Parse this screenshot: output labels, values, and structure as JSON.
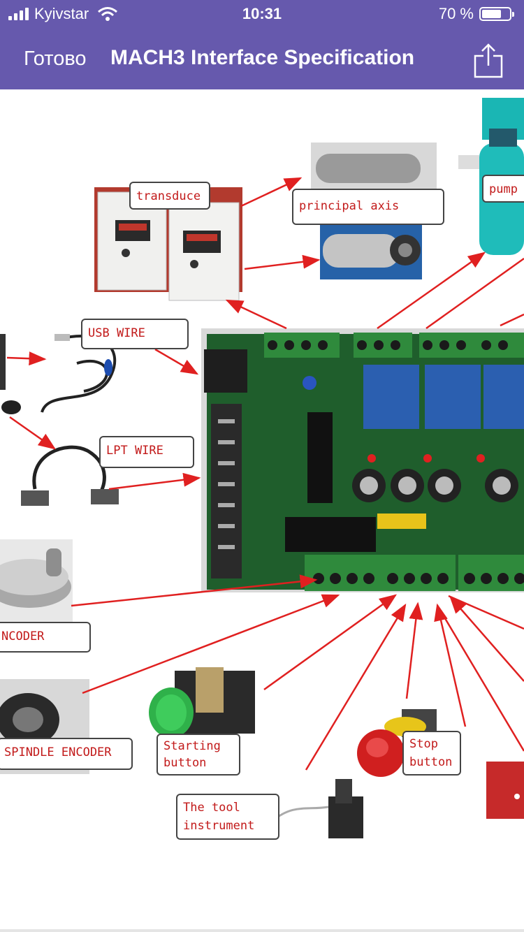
{
  "status_bar": {
    "carrier": "Kyivstar",
    "time": "10:31",
    "battery_text": "70 %",
    "battery_level": 0.7
  },
  "nav": {
    "done_label": "Готово",
    "title": "MACH3 Interface Specification"
  },
  "diagram": {
    "labels": {
      "transducer": "transduce",
      "principal_axis": "principal axis",
      "pump": "pump",
      "usb_wire": "USB WIRE",
      "lpt_wire": "LPT WIRE",
      "encoder": "NCODER",
      "spindle_encoder": "SPINDLE ENCODER",
      "starting_button": "Starting button",
      "stop_button": "Stop button",
      "tool_instrument": "The tool instrument"
    },
    "colors": {
      "arrow": "#e02020",
      "board": "#1f5e2c",
      "terminal": "#2f8a3c",
      "relay": "#2b5fb0",
      "pump": "#18b2b0"
    }
  }
}
